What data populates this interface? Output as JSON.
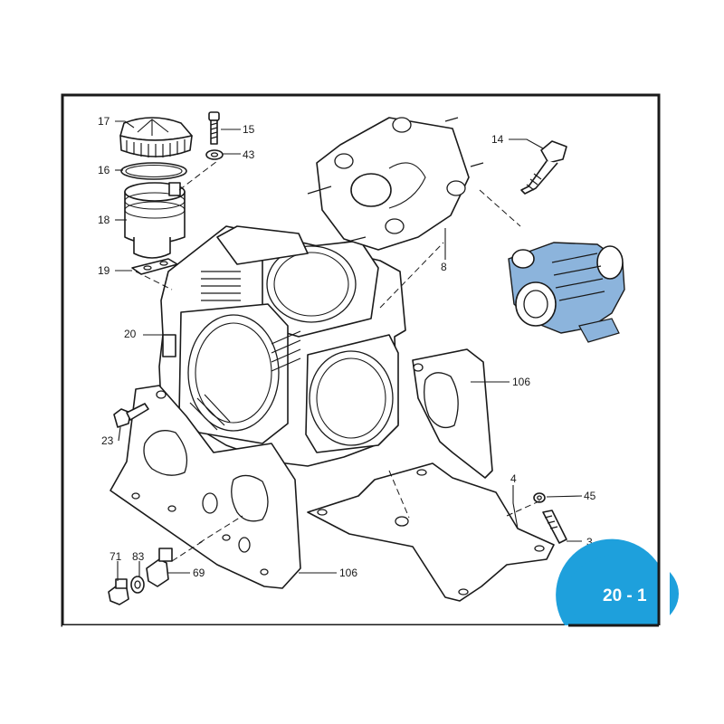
{
  "page_number": "20 - 1",
  "colors": {
    "frame": "#1a1a1a",
    "badge": "#1ea0dc",
    "badge_text": "#ffffff",
    "assembly_highlight": "#8cb4dc"
  },
  "callouts": {
    "c17": "17",
    "c15": "15",
    "c43": "43",
    "c16": "16",
    "c18": "18",
    "c19": "19",
    "c20": "20",
    "c23": "23",
    "c8": "8",
    "c14": "14",
    "c106_right": "106",
    "c106_bottom": "106",
    "c4": "4",
    "c45": "45",
    "c3": "3",
    "c71": "71",
    "c83": "83",
    "c69": "69"
  }
}
